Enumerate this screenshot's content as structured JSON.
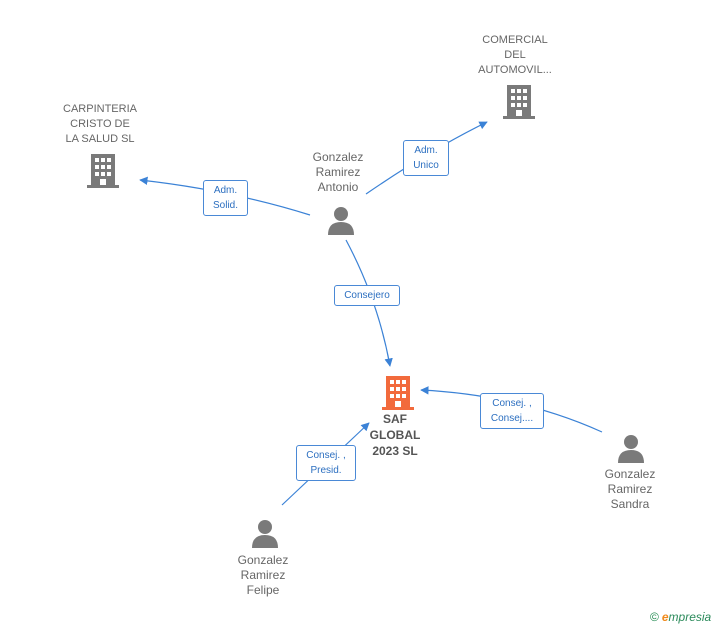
{
  "colors": {
    "edge": "#3b82d6",
    "person": "#7a7a7a",
    "company": "#7a7a7a",
    "focus": "#f26a3c"
  },
  "nodes": {
    "carpinteria": {
      "lines": [
        "CARPINTERIA",
        "CRISTO DE",
        "LA SALUD  SL"
      ]
    },
    "comercial": {
      "lines": [
        "COMERCIAL",
        "DEL",
        "AUTOMOVIL..."
      ]
    },
    "antonio": {
      "lines": [
        "Gonzalez",
        "Ramirez",
        "Antonio"
      ]
    },
    "saf": {
      "lines": [
        "SAF",
        "GLOBAL",
        "2023  SL"
      ]
    },
    "sandra": {
      "lines": [
        "Gonzalez",
        "Ramirez",
        "Sandra"
      ]
    },
    "felipe": {
      "lines": [
        "Gonzalez",
        "Ramirez",
        "Felipe"
      ]
    }
  },
  "edges": {
    "adm_solid": {
      "lines": [
        "Adm.",
        "Solid."
      ]
    },
    "adm_unico": {
      "lines": [
        "Adm.",
        "Unico"
      ]
    },
    "consejero": {
      "lines": [
        "Consejero"
      ]
    },
    "consej_sandra": {
      "lines": [
        "Consej. ,",
        "Consej...."
      ]
    },
    "consej_presid": {
      "lines": [
        "Consej. ,",
        "Presid."
      ]
    }
  },
  "brand": {
    "copyright": "©",
    "e": "e",
    "rest": "mpresia"
  }
}
